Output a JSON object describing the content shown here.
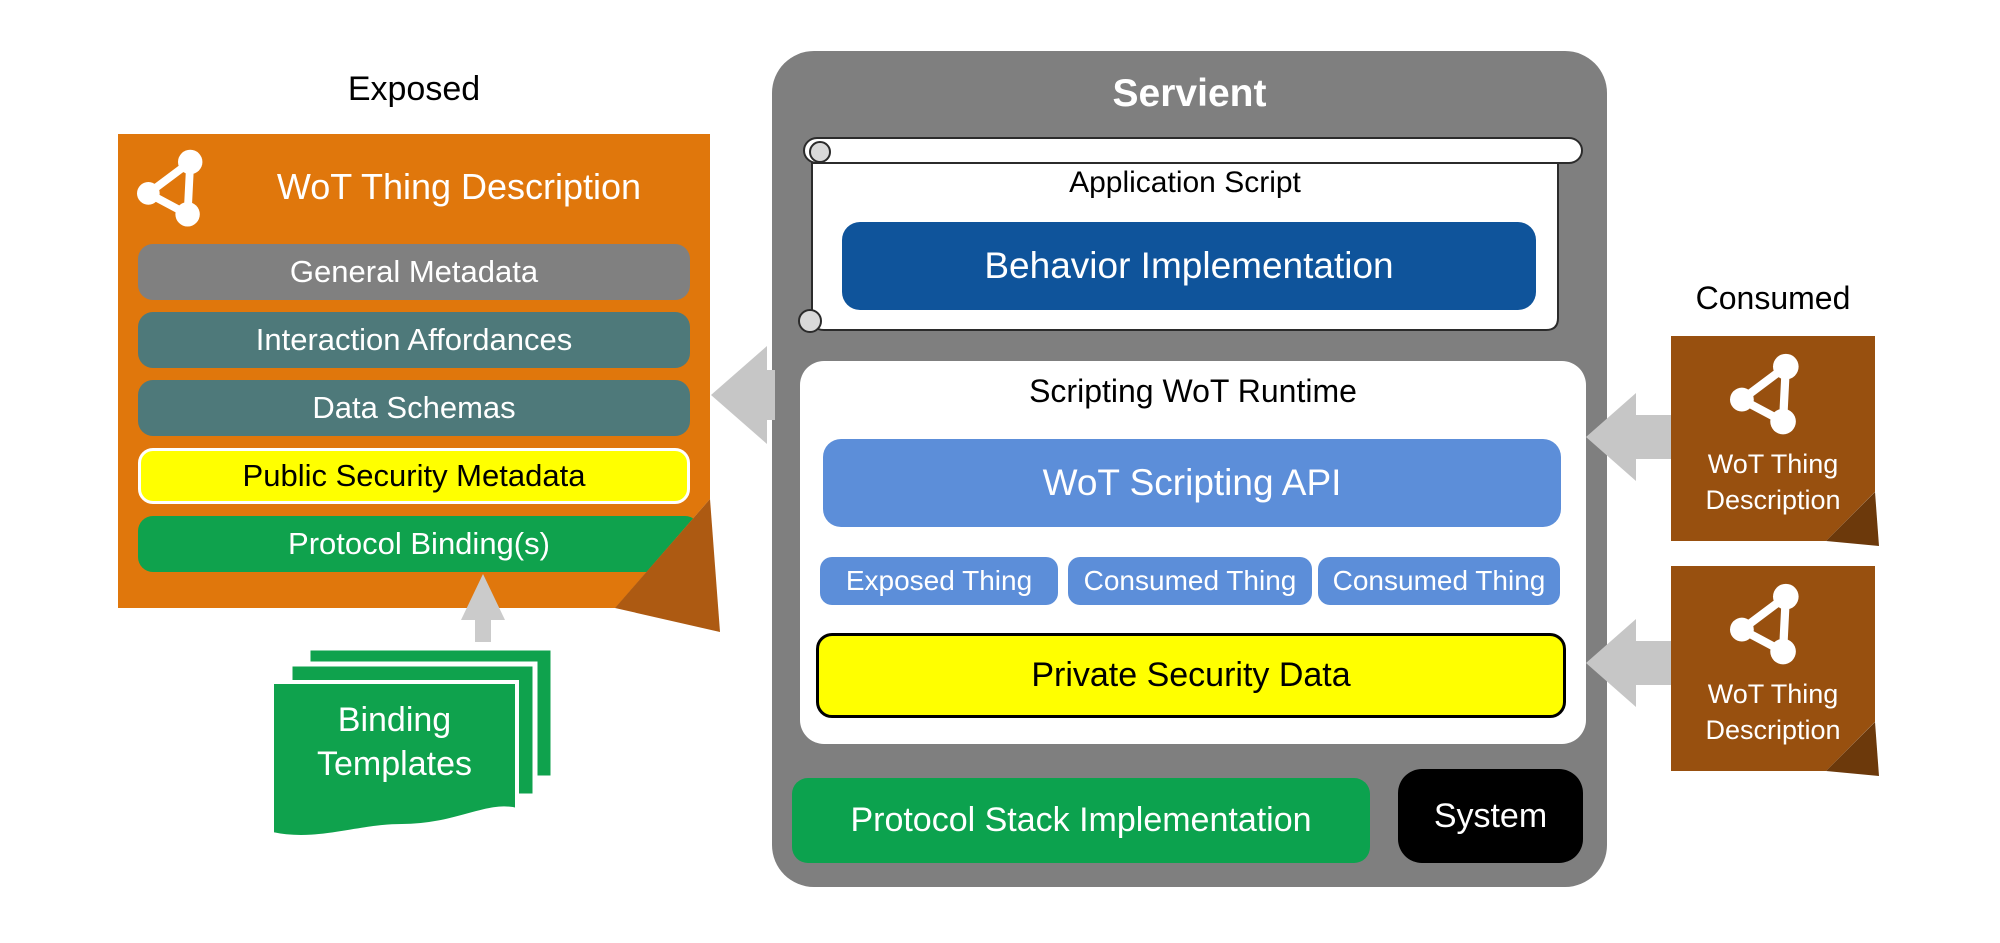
{
  "exposed_panel": {
    "heading": "Exposed",
    "card_title": "WoT Thing Description",
    "rows": [
      {
        "label": "General Metadata"
      },
      {
        "label": "Interaction Affordances"
      },
      {
        "label": "Data Schemas"
      },
      {
        "label": "Public Security Metadata"
      },
      {
        "label": "Protocol Binding(s)"
      }
    ],
    "colors": {
      "box": "#E0770C",
      "fold": "#AD5A12",
      "row_gray": "#808080",
      "row_teal": "#4E797A",
      "row_yellow": "#FFFF00",
      "row_green": "#0FA24D"
    }
  },
  "binding_templates": {
    "line1": "Binding",
    "line2": "Templates",
    "color": "#0FA24D"
  },
  "servient": {
    "title": "Servient",
    "application_script_label": "Application Script",
    "behavior_label": "Behavior Implementation",
    "runtime_title": "Scripting WoT Runtime",
    "scripting_api_label": "WoT Scripting API",
    "thing_chips": [
      "Exposed Thing",
      "Consumed Thing",
      "Consumed Thing"
    ],
    "private_security_label": "Private Security Data",
    "protocol_stack_label": "Protocol Stack Implementation",
    "system_label": "System",
    "colors": {
      "box": "#7F7F7F",
      "behavior_blue": "#0F549B",
      "api_blue": "#5C8ED9",
      "security_yellow": "#FFFF00",
      "stack_green": "#0CA24E",
      "system_black": "#000000"
    }
  },
  "consumed_panel": {
    "heading": "Consumed",
    "cards": [
      {
        "line1": "WoT Thing",
        "line2": "Description"
      },
      {
        "line1": "WoT Thing",
        "line2": "Description"
      }
    ],
    "colors": {
      "card": "#98500F",
      "fold": "#6C390B"
    }
  },
  "arrows": {
    "color": "#C6C6C6"
  }
}
